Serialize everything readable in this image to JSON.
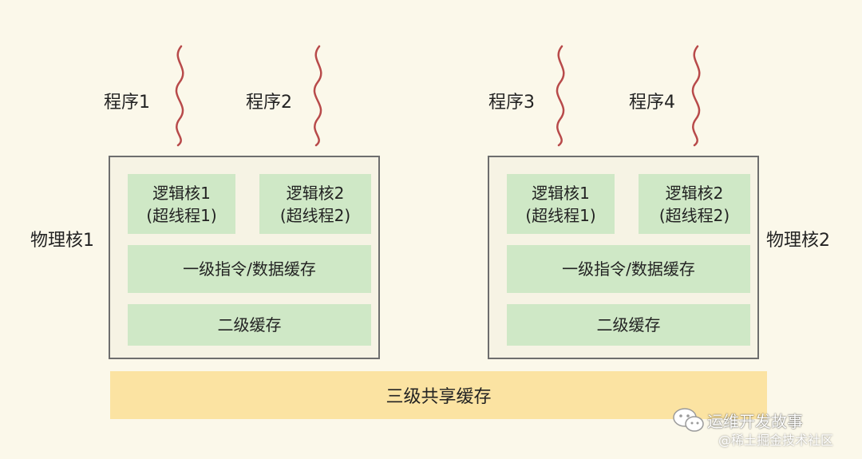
{
  "programs": [
    "程序1",
    "程序2",
    "程序3",
    "程序4"
  ],
  "cores": [
    {
      "physical_label": "物理核1",
      "logical": [
        {
          "name": "逻辑核1",
          "sub": "(超线程1)"
        },
        {
          "name": "逻辑核2",
          "sub": "(超线程2)"
        }
      ],
      "l1": "一级指令/数据缓存",
      "l2": "二级缓存"
    },
    {
      "physical_label": "物理核2",
      "logical": [
        {
          "name": "逻辑核1",
          "sub": "(超线程1)"
        },
        {
          "name": "逻辑核2",
          "sub": "(超线程2)"
        }
      ],
      "l1": "一级指令/数据缓存",
      "l2": "二级缓存"
    }
  ],
  "l3": "三级共享缓存",
  "watermark": {
    "title": "运维开发故事",
    "subtitle": "@稀土掘金技术社区"
  },
  "colors": {
    "background": "#fbf8ea",
    "thread_wave": "#b84a4a",
    "core_cache": "#cfe8c6",
    "shared_cache": "#fbe3a2",
    "core_border": "#6e6e6e"
  }
}
